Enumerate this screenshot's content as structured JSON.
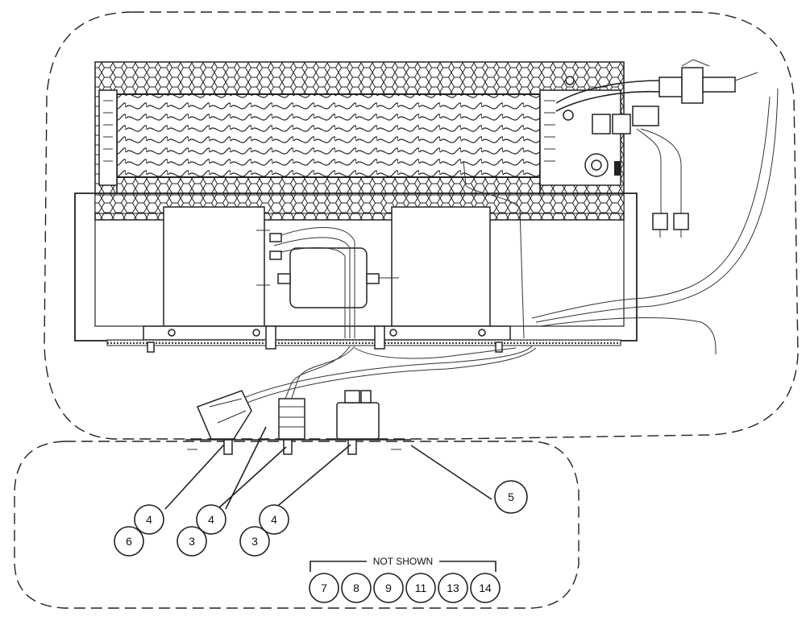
{
  "callouts": [
    {
      "id": "c4a",
      "label": "4"
    },
    {
      "id": "c6",
      "label": "6"
    },
    {
      "id": "c4b",
      "label": "4"
    },
    {
      "id": "c3a",
      "label": "3"
    },
    {
      "id": "c4c",
      "label": "4"
    },
    {
      "id": "c3b",
      "label": "3"
    },
    {
      "id": "c5",
      "label": "5"
    }
  ],
  "not_shown": {
    "title": "NOT SHOWN",
    "items": [
      "7",
      "8",
      "9",
      "11",
      "13",
      "14"
    ]
  }
}
